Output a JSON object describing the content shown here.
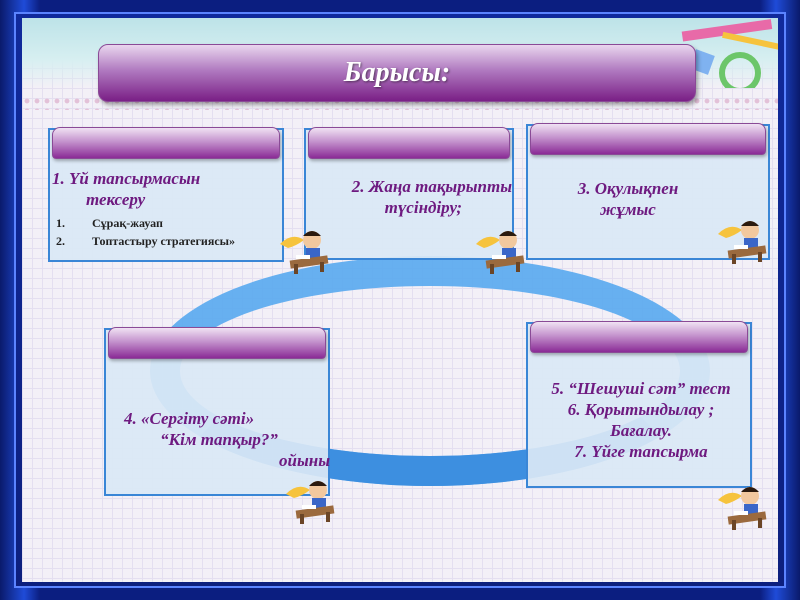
{
  "title": "Барысы:",
  "cards": [
    {
      "heading_line1": "1. Үй тапсырмасын",
      "heading_line2": "тексеру",
      "items": [
        {
          "num": "1.",
          "text": "Сұрақ-жауап"
        },
        {
          "num": "2.",
          "text": "Топтастыру стратегиясы»"
        }
      ]
    },
    {
      "line1": "2. Жаңа тақырыпты",
      "line2": "түсіндіру;"
    },
    {
      "line1": "3. Оқулықпен",
      "line2": "жұмыс"
    },
    {
      "line1": "4. «Сергіту сәті»",
      "line2": "“Кім тапқыр?”",
      "line3": "ойыны"
    },
    {
      "line1": "5. “Шешуші сәт” тест",
      "line2": "6. Қорытындылау ;",
      "line3": "Бағалау.",
      "line4": "7. Үйге тапсырма"
    }
  ],
  "colors": {
    "frame": "#0c1f7e",
    "title_bar": "#7a1f86",
    "card_text": "#6e1a80",
    "ring": "#58a8ee"
  },
  "icons": [
    "student-at-desk-icon"
  ]
}
